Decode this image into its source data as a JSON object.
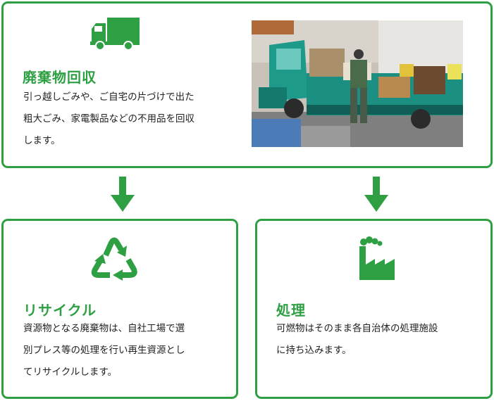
{
  "collection": {
    "title": "廃棄物回収",
    "description_lines": [
      "引っ越しごみや、ご自宅の片づけで出た",
      "粗大ごみ、家電製品などの不用品を回収",
      "します。"
    ],
    "icon": "truck-icon"
  },
  "recycle": {
    "title": "リサイクル",
    "description_lines": [
      "資源物となる廃棄物は、自社工場で選",
      "別プレス等の処理を行い再生資源とし",
      "てリサイクルします。"
    ],
    "icon": "recycle-icon"
  },
  "disposal": {
    "title": "処理",
    "description_lines": [
      "可燃物はそのまま各自治体の処理施設",
      "に持ち込みます。"
    ],
    "icon": "factory-icon"
  },
  "colors": {
    "accent": "#2ea043",
    "text": "#222222"
  }
}
